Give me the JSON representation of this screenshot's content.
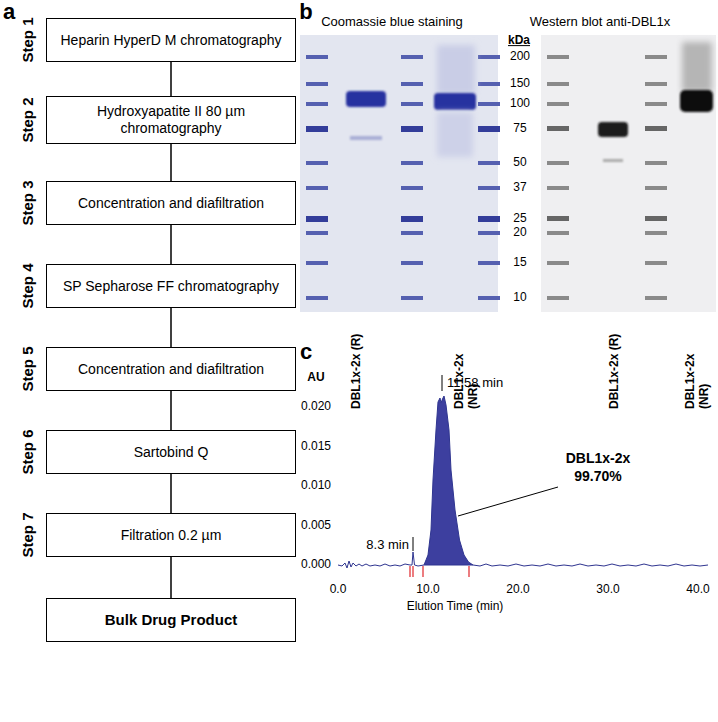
{
  "diagram": {
    "nodes": [
      {
        "text": [
          "Step 1",
          "Heparin HyperD M chromatography"
        ]
      },
      {
        "text": [
          "Step 2",
          "Hydroxyapatite II 80 µm chromatography"
        ]
      },
      {
        "text": [
          "Step 3",
          "Concentration and diafiltration"
        ]
      },
      {
        "text": [
          "Step 4",
          "SP Sepharose FF chromatography"
        ]
      },
      {
        "text": [
          "Step 5",
          "Concentration and diafiltration"
        ]
      },
      {
        "text": [
          "Step 6",
          "Sartobind Q"
        ]
      },
      {
        "text": [
          "Step 7",
          "Filtration 0.2 µm"
        ]
      },
      {
        "text": [
          "Bulk Drug Product"
        ]
      }
    ],
    "edges": [
      {
        "from": 0,
        "to": 1,
        "arrow": "none"
      },
      {
        "from": 1,
        "to": 2,
        "arrow": "none"
      },
      {
        "from": 2,
        "to": 3,
        "arrow": "none"
      },
      {
        "from": 3,
        "to": 4,
        "arrow": "none"
      },
      {
        "from": 4,
        "to": 5,
        "arrow": "none"
      },
      {
        "from": 5,
        "to": 6,
        "arrow": "none"
      },
      {
        "from": 6,
        "to": 7,
        "arrow": "none"
      }
    ],
    "labels": [
      "a",
      "b",
      "Coomassie blue staining",
      "Western blot anti-DBL1x",
      "kDa",
      "200",
      "150",
      "100",
      "75",
      "50",
      "37",
      "25",
      "20",
      "15",
      "10",
      "DBL1x-2x (R)",
      "DBL1x-2x (NR)",
      "DBL1x-2x (R)",
      "DBL1x-2x (NR)",
      "c",
      "AU",
      "0.020",
      "0.015",
      "0.010",
      "0.005",
      "0.000",
      "0.0",
      "10.0",
      "20.0",
      "30.0",
      "40.0",
      "Elution Time (min)",
      "11.58 min",
      "8.3 min",
      "DBL1x-2x",
      "99.70%"
    ]
  }
}
